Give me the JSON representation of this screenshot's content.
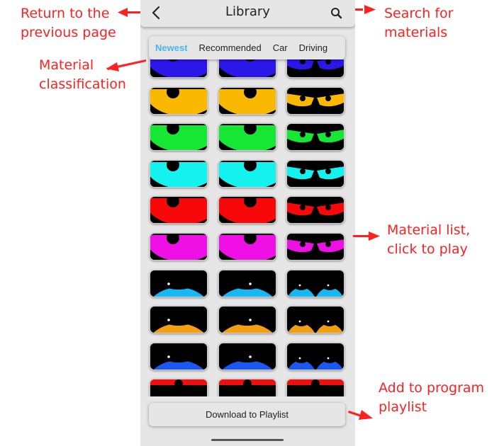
{
  "app": {
    "title": "Library",
    "icons": {
      "back": "chevron-left-icon",
      "search": "search-icon"
    }
  },
  "tabs": [
    {
      "label": "Newest",
      "active": true
    },
    {
      "label": "Recommended",
      "active": false
    },
    {
      "label": "Car",
      "active": false
    },
    {
      "label": "Driving",
      "active": false
    }
  ],
  "grid": {
    "rows": [
      {
        "color": "#2a17e8",
        "style": "cartoon"
      },
      {
        "color": "#fbb800",
        "style": "cartoon"
      },
      {
        "color": "#16e634",
        "style": "cartoon"
      },
      {
        "color": "#14f2f0",
        "style": "cartoon"
      },
      {
        "color": "#f80808",
        "style": "cartoon"
      },
      {
        "color": "#ee10e4",
        "style": "cartoon"
      },
      {
        "color": "#17b6f5",
        "style": "realistic"
      },
      {
        "color": "#f2a010",
        "style": "realistic"
      },
      {
        "color": "#1a58f2",
        "style": "realistic"
      },
      {
        "color": "#ee1010",
        "style": "partial"
      }
    ]
  },
  "footer": {
    "download_label": "Download to Playlist"
  },
  "annotations": {
    "color": "#ff2020",
    "back": [
      "Return to the",
      "previous page"
    ],
    "search": [
      "Search for",
      "materials"
    ],
    "classification": [
      "Material",
      "classification"
    ],
    "list": [
      "Material list,",
      "click to play"
    ],
    "playlist": [
      "Add to program",
      "playlist"
    ]
  }
}
